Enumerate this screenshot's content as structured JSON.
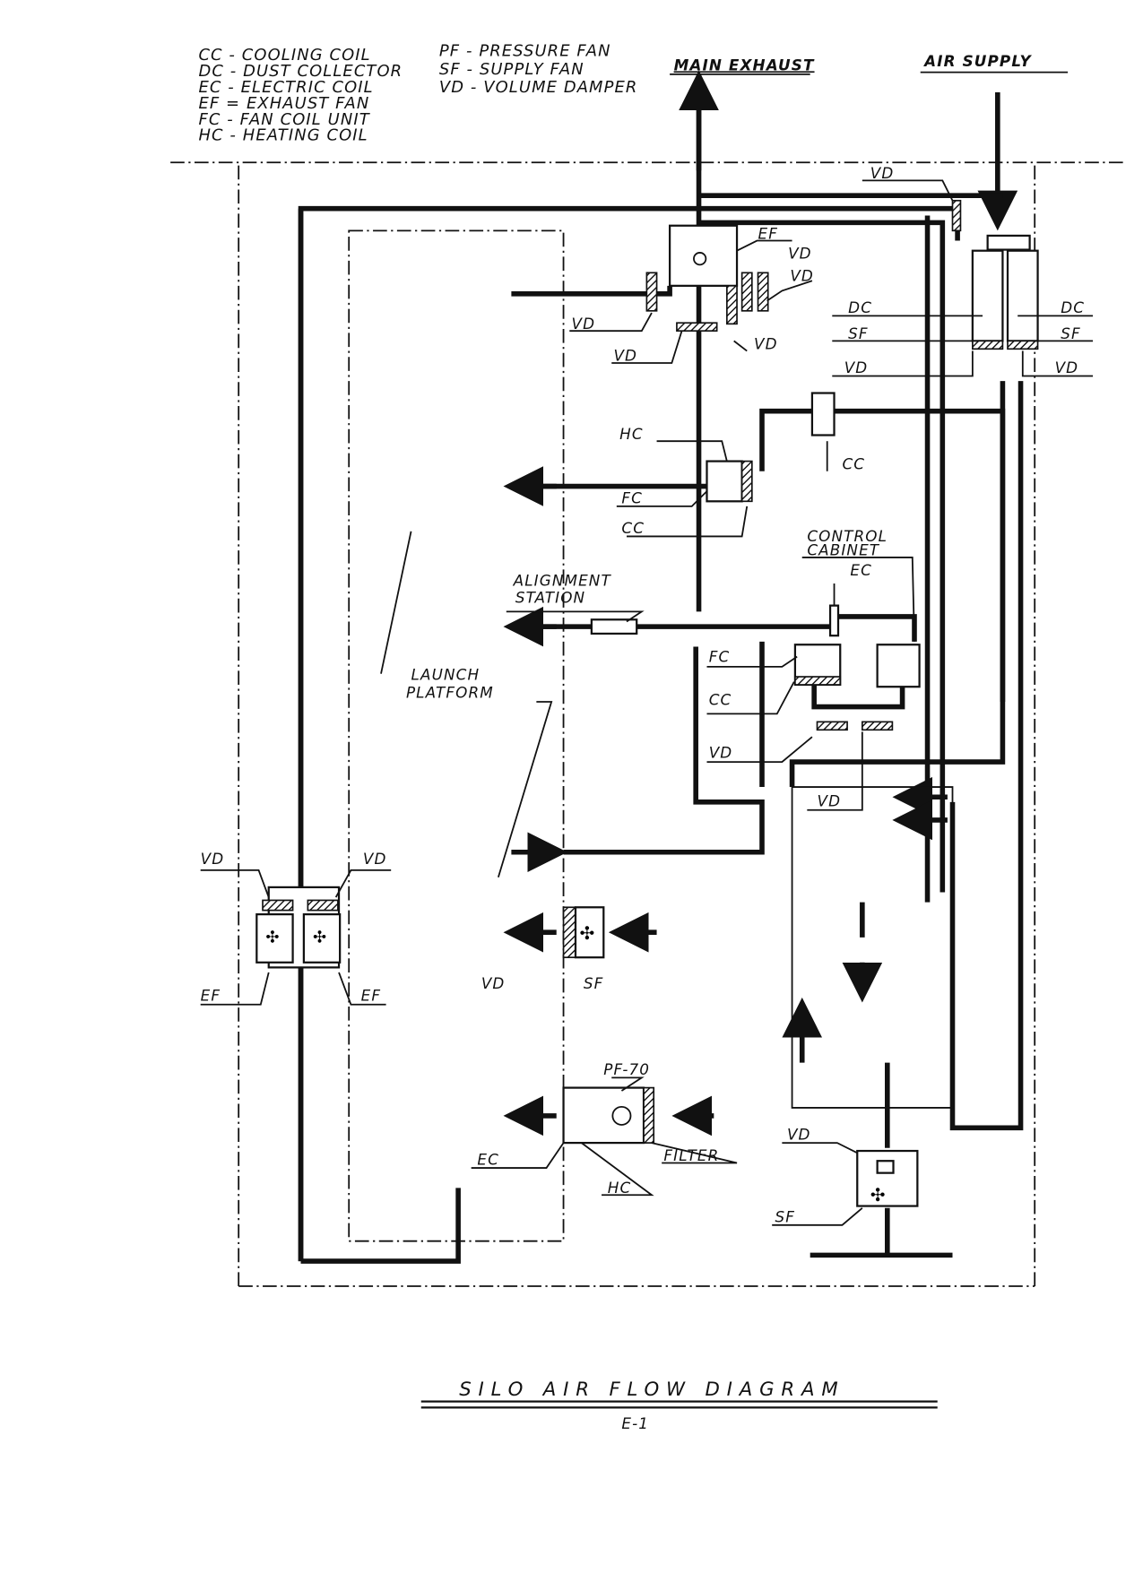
{
  "legend": [
    "CC - COOLING COIL",
    "DC - DUST COLLECTOR",
    "EC - ELECTRIC COIL",
    "EF = EXHAUST FAN",
    "FC - FAN COIL UNIT",
    "HC - HEATING COIL",
    "PF - PRESSURE FAN",
    "SF - SUPPLY FAN",
    "VD - VOLUME DAMPER"
  ],
  "headers": {
    "main_exhaust": "MAIN EXHAUST",
    "air_supply": "AIR SUPPLY"
  },
  "labels": {
    "vd_top": "VD",
    "ef_top": "EF",
    "vd_a": "VD",
    "vd_b": "VD",
    "vd_c": "VD",
    "vd_d": "VD",
    "vd_e": "VD",
    "dc_left": "DC",
    "dc_right": "DC",
    "sf_left": "SF",
    "sf_right": "SF",
    "vd_left": "VD",
    "vd_right": "VD",
    "hc": "HC",
    "fc": "FC",
    "cc": "CC",
    "cc_right": "CC",
    "control_cabinet_1": "CONTROL",
    "control_cabinet_2": "CABINET",
    "ec_cab": "EC",
    "alignment_1": "ALIGNMENT",
    "alignment_2": "STATION",
    "fc2": "FC",
    "cc2": "CC",
    "vd2": "VD",
    "vd3": "VD",
    "launch_1": "LAUNCH",
    "launch_2": "PLATFORM",
    "vd_ef_l": "VD",
    "vd_ef_r": "VD",
    "ef_l": "EF",
    "ef_r": "EF",
    "vd_mid": "VD",
    "sf_mid": "SF",
    "pf70": "PF-70",
    "ec_bot": "EC",
    "hc_bot": "HC",
    "filter": "FILTER",
    "vd_bot": "VD",
    "sf_bot": "SF"
  },
  "title": "SILO AIR FLOW DIAGRAM",
  "drawing_number": "E-1"
}
